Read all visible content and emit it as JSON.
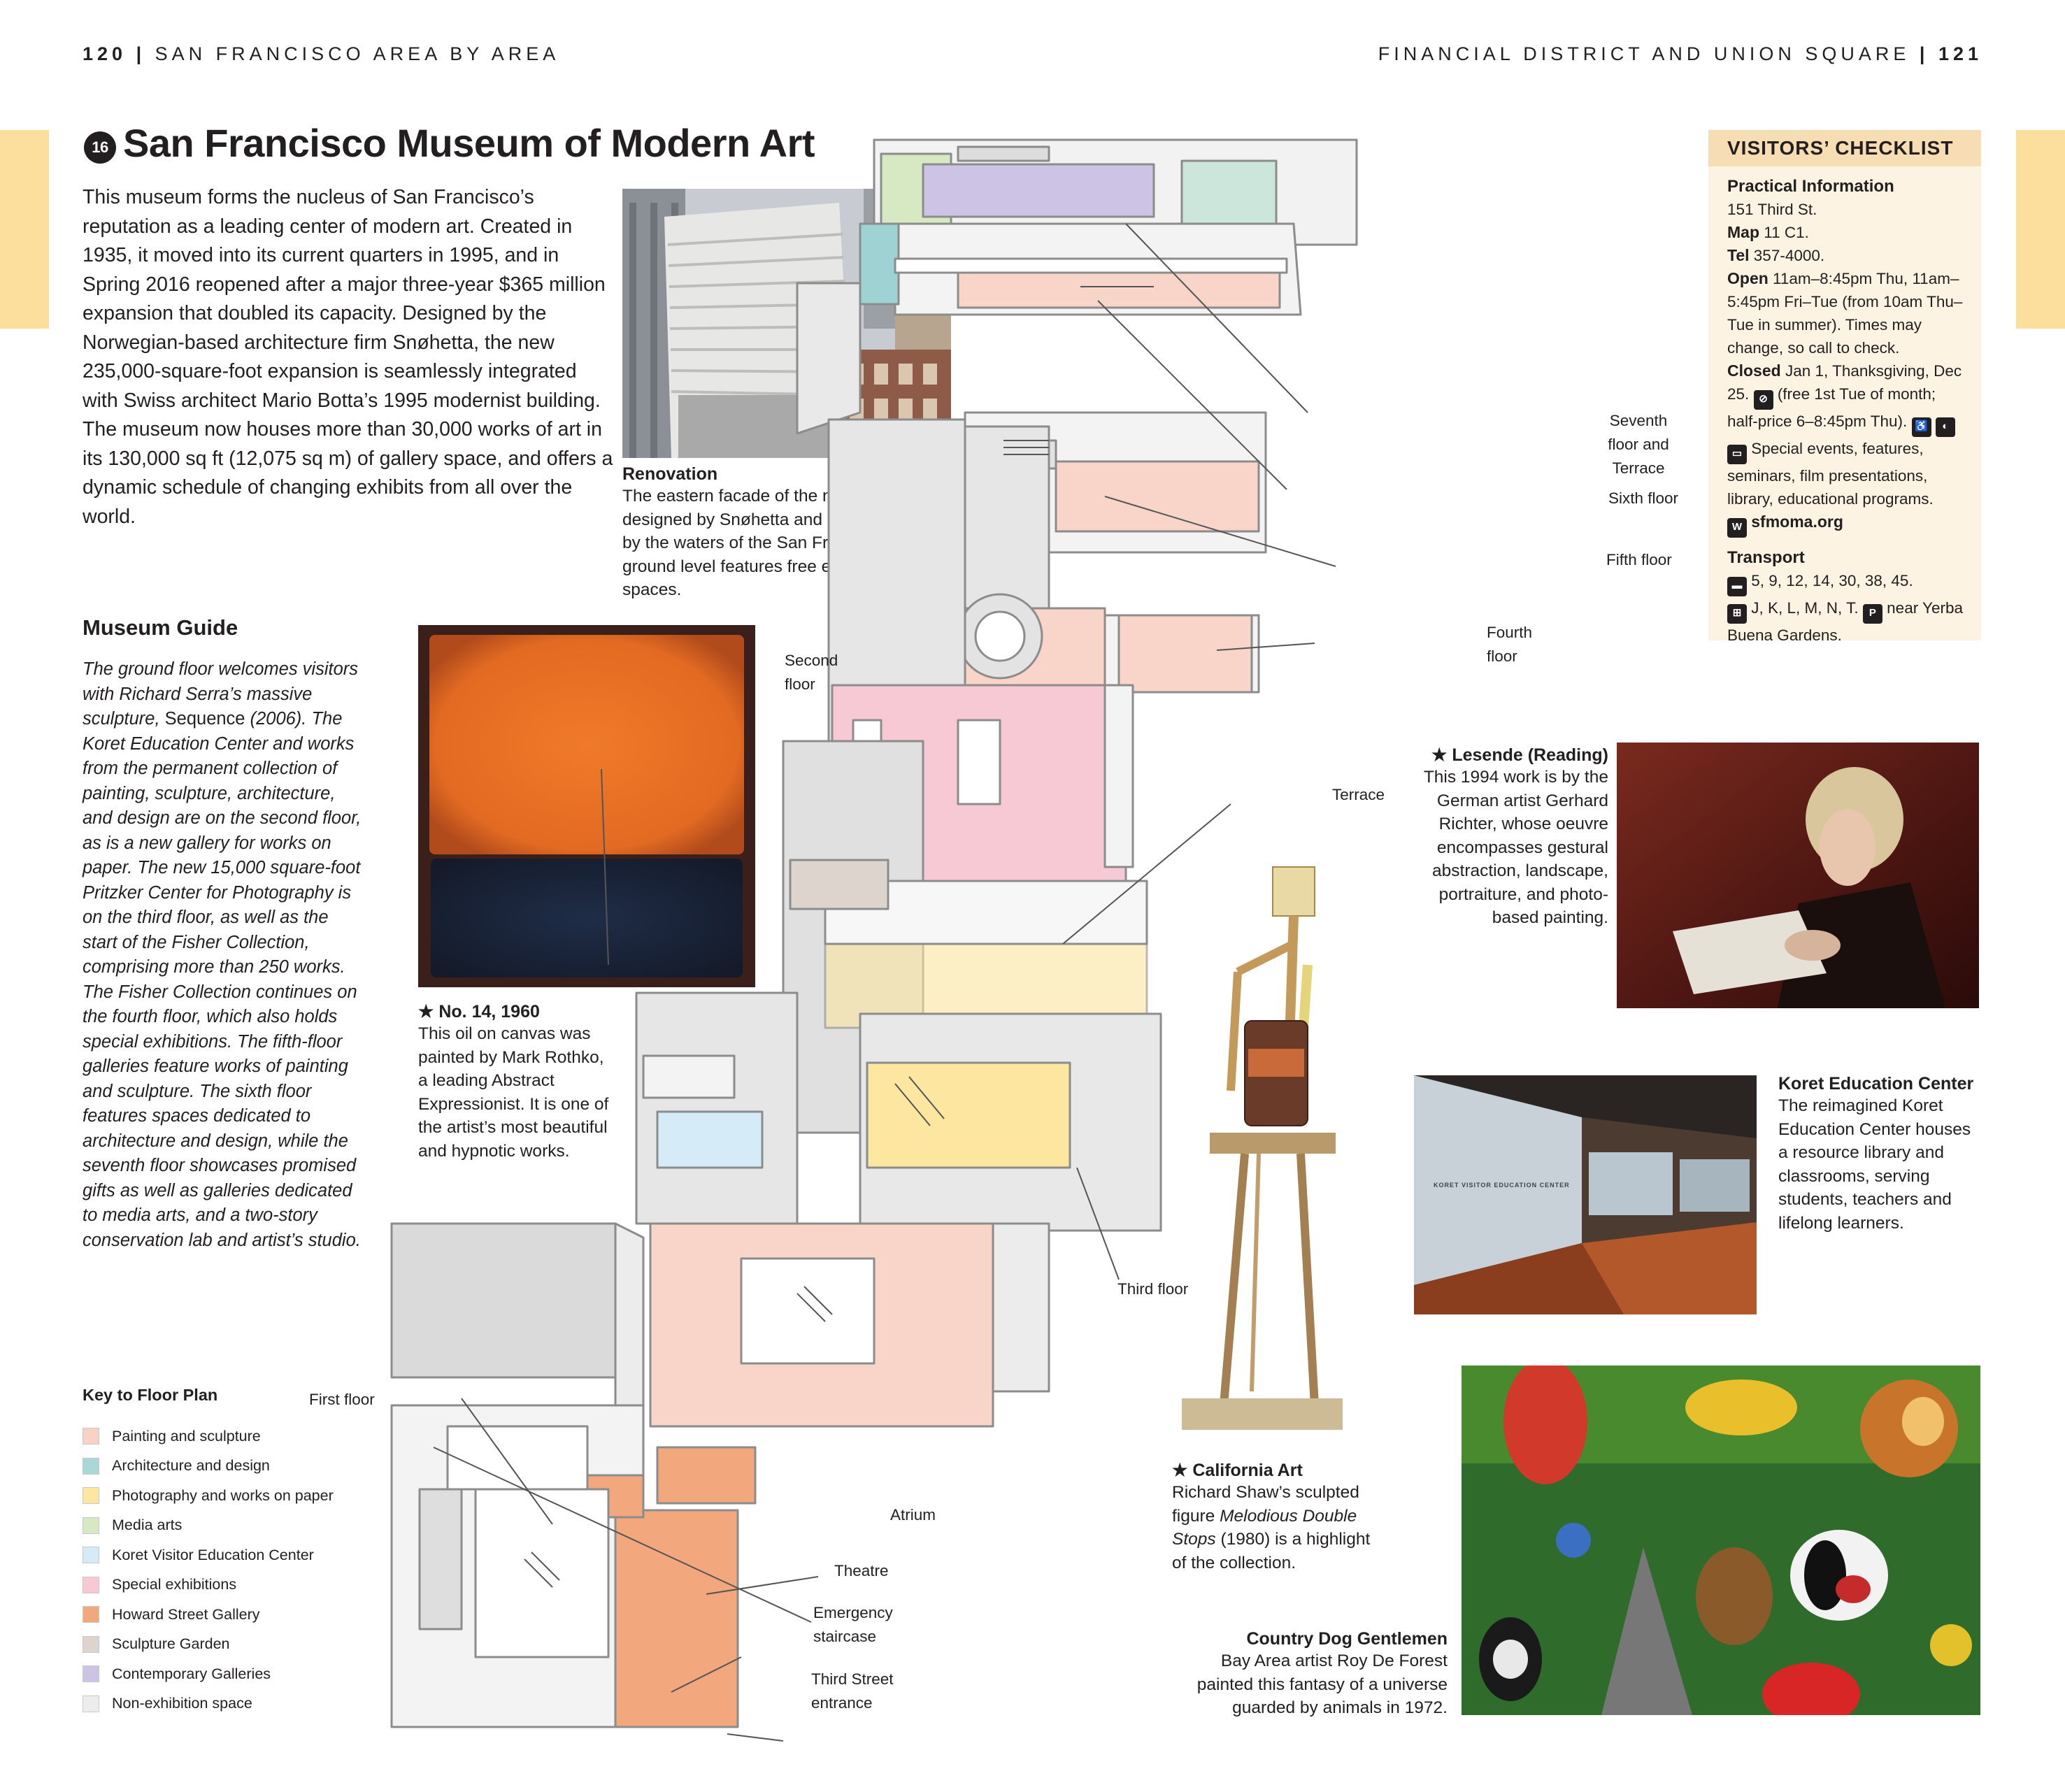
{
  "header": {
    "left_page": "120",
    "left_section": "SAN FRANCISCO AREA BY AREA",
    "right_section": "FINANCIAL DISTRICT AND UNION SQUARE",
    "right_page": "121"
  },
  "entry_number": "16",
  "title": "San Francisco Museum of Modern Art",
  "intro": "This museum forms the nucleus of San Francisco’s reputation as a leading center of modern art. Created in 1935, it moved into its current quarters in 1995, and in Spring 2016 reopened after a major three-year $365 million expansion that doubled its capacity. Designed by the Norwegian-based architecture firm Snøhetta, the new 235,000-square-foot expansion is seamlessly integrated with Swiss architect Mario Botta’s 1995 modernist building. The museum now houses more than 30,000 works of art in its 130,000 sq ft (12,075 sq m) of gallery space, and offers a dynamic schedule of changing exhibits from all over the world.",
  "renovation": {
    "title": "Renovation",
    "text": "The eastern facade of the new expansion, designed by Snøhetta and inspired in part by the waters of the San Francisco Bay. Its ground level features free exhibition spaces."
  },
  "museum_guide": {
    "title": "Museum Guide",
    "text_before": "The ground floor welcomes visitors with Richard Serra’s massive sculpture, ",
    "work": "Sequence",
    "text_after": " (2006). The Koret Education Center and works from the permanent collection of painting, sculpture, architecture, and design are on the second floor, as is a new gallery for works on paper. The new 15,000 square-foot Pritzker Center for Photography is on the third floor, as well as the start of the Fisher Collection, comprising more than 250 works.  The Fisher Collection continues on the fourth floor, which also holds special exhibitions. The fifth-floor galleries feature works of painting and sculpture. The sixth floor features spaces dedicated to architecture and design, while the seventh floor showcases promised gifts as well as galleries dedicated to media arts, and a two-story conservation lab and artist’s studio."
  },
  "rothko": {
    "title": "★ No. 14, 1960",
    "text": "This oil on canvas was painted by Mark Rothko, a leading Abstract Expressionist. It is one of the artist’s most beautiful and hypnotic works."
  },
  "richter": {
    "title": "★ Lesende (Reading)",
    "text": "This 1994 work is by the German artist Gerhard Richter, whose oeuvre encompasses gestural abstraction, landscape, portraiture, and photo-based painting."
  },
  "koret": {
    "title": "Koret Education Center",
    "text": "The reimagined Koret Education Center houses a resource library and classrooms, serving students, teachers and lifelong learners.",
    "screen_text": "KORET VISITOR EDUCATION CENTER"
  },
  "california_art": {
    "title": "★ California Art",
    "text_before": "Richard Shaw’s sculpted figure ",
    "work": "Melodious Double Stops",
    "text_after": " (1980) is a highlight of the collection."
  },
  "country_dog": {
    "title": "Country Dog Gentlemen",
    "text": "Bay Area artist Roy De Forest painted this fantasy of a universe guarded by animals in 1972."
  },
  "checklist": {
    "heading": "VISITORS’ CHECKLIST",
    "practical_title": "Practical Information",
    "address": "151 Third St.",
    "map_label": "Map",
    "map_value": "11 C1.",
    "tel_label": "Tel",
    "tel_value": "357-4000.",
    "open_label": "Open",
    "open_value": "11am–8:45pm Thu, 11am–5:45pm Fri–Tue (from 10am Thu–Tue in summer). Times may change, so call to check.",
    "closed_label": "Closed",
    "closed_value": "Jan 1, Thanksgiving, Dec 25.",
    "fee_value": "(free 1st Tue of month; half-price 6–8:45pm Thu).",
    "events_value": "Special events, features, seminars, film presentations, library, educational programs.",
    "website": "sfmoma.org",
    "transport_title": "Transport",
    "bus_value": "5, 9, 12, 14, 30, 38, 45.",
    "muni_value": "J, K, L, M, N, T.",
    "parking_value": "near Yerba Buena Gardens."
  },
  "floor_labels": {
    "seventh": "Seventh floor and Terrace",
    "sixth": "Sixth floor",
    "fifth": "Fifth floor",
    "fourth": "Fourth floor",
    "second": "Second floor",
    "terrace": "Terrace",
    "third": "Third floor",
    "first": "First floor",
    "atrium": "Atrium",
    "theatre": "Theatre",
    "emergency": "Emergency staircase",
    "entrance": "Third Street entrance"
  },
  "key": {
    "title": "Key to Floor Plan",
    "items": [
      {
        "label": "Painting and sculpture",
        "color": "#f9d2c7"
      },
      {
        "label": "Architecture and design",
        "color": "#a9d8d6"
      },
      {
        "label": "Photography and works on paper",
        "color": "#fde6a0"
      },
      {
        "label": "Media arts",
        "color": "#d7e9c3"
      },
      {
        "label": "Koret Visitor Education Center",
        "color": "#d5ebf7"
      },
      {
        "label": "Special exhibitions",
        "color": "#f7c9d5"
      },
      {
        "label": "Howard Street Gallery",
        "color": "#f2a77c"
      },
      {
        "label": "Sculpture Garden",
        "color": "#ddd5cd"
      },
      {
        "label": "Contemporary Galleries",
        "color": "#cdc3e5"
      },
      {
        "label": "Non-exhibition space",
        "color": "#ededed"
      }
    ]
  },
  "icons": {
    "fee_icon": "no-photography-icon",
    "accessible": "wheelchair-icon",
    "audio": "audio-guide-icon",
    "events": "events-icon",
    "website": "website-icon",
    "bus": "bus-icon",
    "muni": "muni-icon",
    "parking": "parking-icon",
    "elevator": "elevator-icon",
    "restroom": "restroom-icon",
    "cafe": "cafe-icon"
  }
}
